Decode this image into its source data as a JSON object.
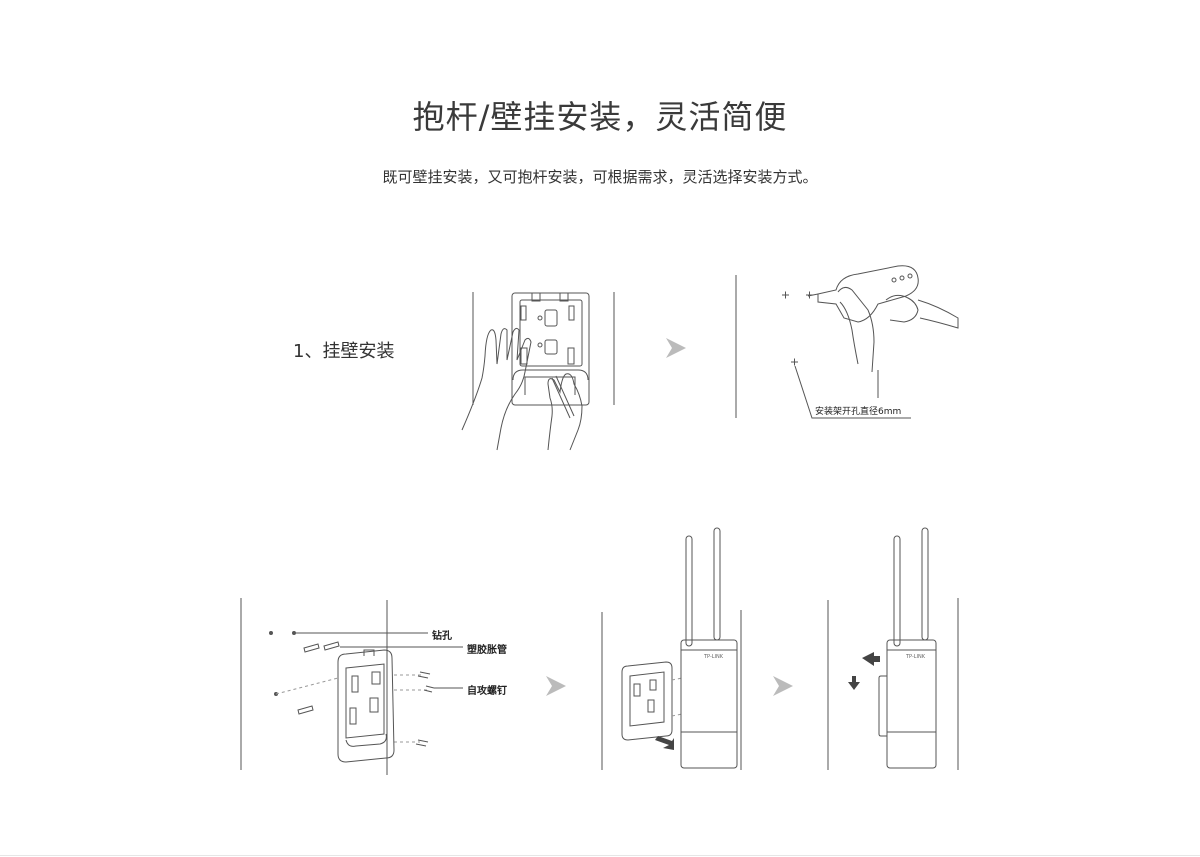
{
  "heading": {
    "title": "抱杆/壁挂安装，灵活简便",
    "subtitle": "既可壁挂安装，又可抱杆安装，可根据需求，灵活选择安装方式。"
  },
  "step1": {
    "label": "1、挂壁安装"
  },
  "annotations": {
    "drill_hole_note": "安装架开孔直径6mm",
    "drill_hole": "钻孔",
    "anchor": "塑胶胀管",
    "screw": "自攻螺钉"
  },
  "device": {
    "brand_label": "TP-LINK"
  },
  "colors": {
    "line": "#555555",
    "arrow": "#bbbbbb",
    "dark_arrow": "#444444"
  }
}
